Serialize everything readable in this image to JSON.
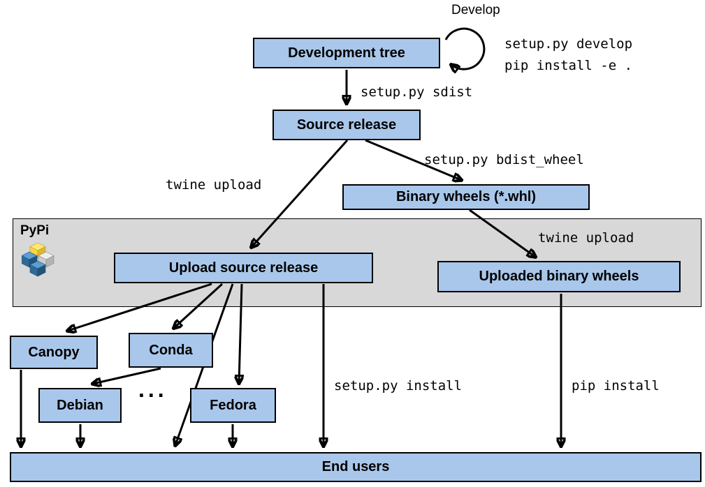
{
  "band": {
    "label": "PyPi"
  },
  "nodes": {
    "development_tree": "Development tree",
    "source_release": "Source release",
    "binary_wheels": "Binary wheels (*.whl)",
    "upload_source_release": "Upload source release",
    "uploaded_binary_wheels": "Uploaded binary wheels",
    "canopy": "Canopy",
    "conda": "Conda",
    "debian": "Debian",
    "fedora": "Fedora",
    "end_users": "End users"
  },
  "edge_labels": {
    "develop": "Develop",
    "develop_cmd_line1": "setup.py develop",
    "develop_cmd_line2": "pip install -e .",
    "sdist": "setup.py sdist",
    "twine_upload_source": "twine upload",
    "bdist_wheel": "setup.py bdist_wheel",
    "twine_upload_wheels": "twine upload",
    "setup_install": "setup.py install",
    "pip_install": "pip install",
    "ellipsis": "..."
  },
  "colors": {
    "node_fill": "#a9c7ea",
    "node_border": "#000000",
    "band_fill": "#d8d8d8",
    "arrow": "#000000",
    "pypi_blue": "#306998",
    "pypi_yellow": "#ffd343"
  }
}
